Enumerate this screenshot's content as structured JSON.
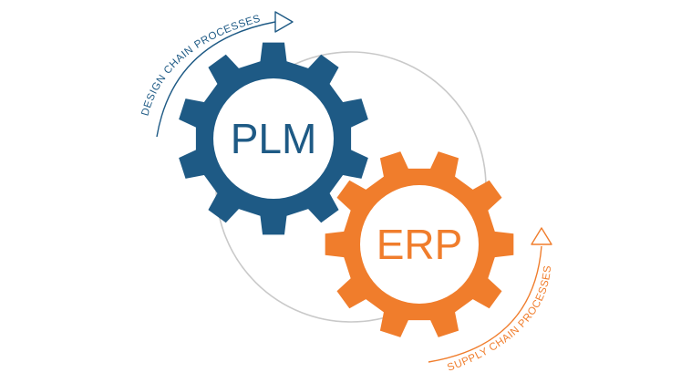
{
  "colors": {
    "plm": "#1e5a85",
    "erp": "#f07d2c",
    "connector": "#c9c9c9",
    "background": "#ffffff"
  },
  "gears": {
    "plm": {
      "label": "PLM"
    },
    "erp": {
      "label": "ERP"
    }
  },
  "arrows": {
    "design": {
      "label": "DESIGN CHAIN PROCESSES"
    },
    "supply": {
      "label": "SUPPLY CHAIN PROCESSES"
    }
  }
}
